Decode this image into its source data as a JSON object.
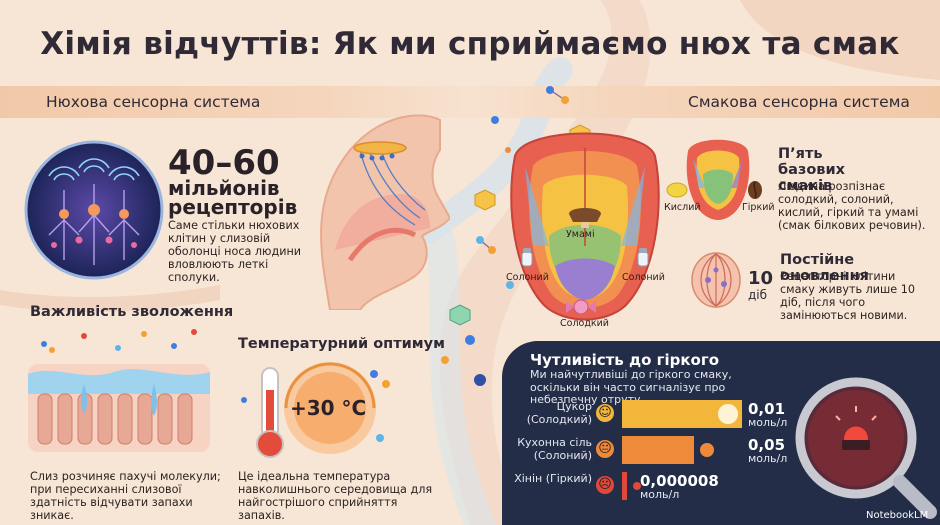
{
  "title": "Хімія відчуттів: Як ми сприймаємо нюх та смак",
  "olfactory": {
    "header": "Нюхова сенсорна система",
    "number": "40–60",
    "number_sub": "мільйонів рецепторів",
    "number_desc": "Саме стільки нюхових клітин у слизовій оболонці носа людини вловлюють леткі сполуки."
  },
  "moisture": {
    "title": "Важливість зволоження",
    "desc": "Слиз розчиняє пахучі молекули; при пересиханні слизової здатність відчувати запахи зникає."
  },
  "temperature": {
    "title": "Температурний оптимум",
    "value": "+30 °C",
    "desc": "Це ідеальна температура навколишнього середовища для найгострішого сприйняття запахів."
  },
  "gustatory": {
    "header": "Смакова сенсорна система",
    "tongue_labels": {
      "umami": "Умамі",
      "salty_left": "Солоний",
      "salty_right": "Солоний",
      "sweet": "Солодкий"
    },
    "five_tastes": {
      "title": "П’ять базових смаків",
      "desc": "Людина розпізнає солодкий, солоний, кислий, гіркий та умамі (смак білкових речовин).",
      "label_sour": "Кислий",
      "label_bitter": "Гіркий"
    },
    "renewal": {
      "title": "Постійне оновлення",
      "days_number": "10",
      "days_unit": "діб",
      "desc": "Рецепторні клітини смаку живуть лише 10 діб, після чого замінюються новими."
    }
  },
  "bitterness": {
    "title": "Чутливість до гіркого",
    "desc": "Ми найчутливіші до гіркого смаку, оскільки він часто сигналізує про небезпечну отруту.",
    "rows": [
      {
        "label": "Цукор (Солодкий)",
        "value": "0,01",
        "unit": "моль/л",
        "fill": 1.0,
        "color": "#f2b73a",
        "face": "☺"
      },
      {
        "label": "Кухонна сіль (Солоний)",
        "value": "0,05",
        "unit": "моль/л",
        "fill": 0.6,
        "color": "#ef8a3b",
        "face": "😐"
      },
      {
        "label": "Хінін (Гіркий)",
        "value": "0,000008",
        "unit": "моль/л",
        "fill": 0.04,
        "color": "#e0483c",
        "face": "☹"
      }
    ]
  },
  "branding": {
    "logo_text": "NotebookLM"
  },
  "colors": {
    "accent_dark": "#232d48",
    "band": "#f2c9a8",
    "sweet": "#f2b73a",
    "salty": "#ef8a3b",
    "bitter": "#e0483c"
  }
}
